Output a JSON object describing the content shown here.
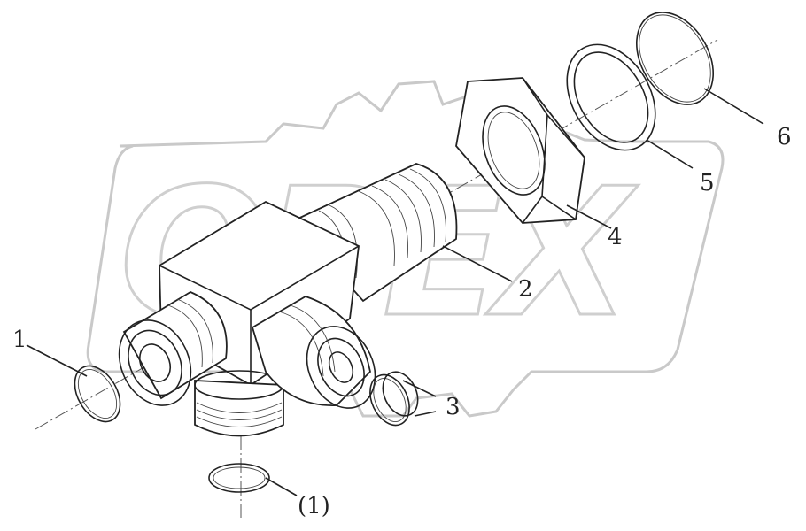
{
  "diagram": {
    "watermark": "OPEX",
    "callouts": {
      "c1": "1",
      "c2": "2",
      "c3": "3",
      "c4": "4",
      "c5": "5",
      "c6": "6",
      "c7": "(1)"
    }
  }
}
